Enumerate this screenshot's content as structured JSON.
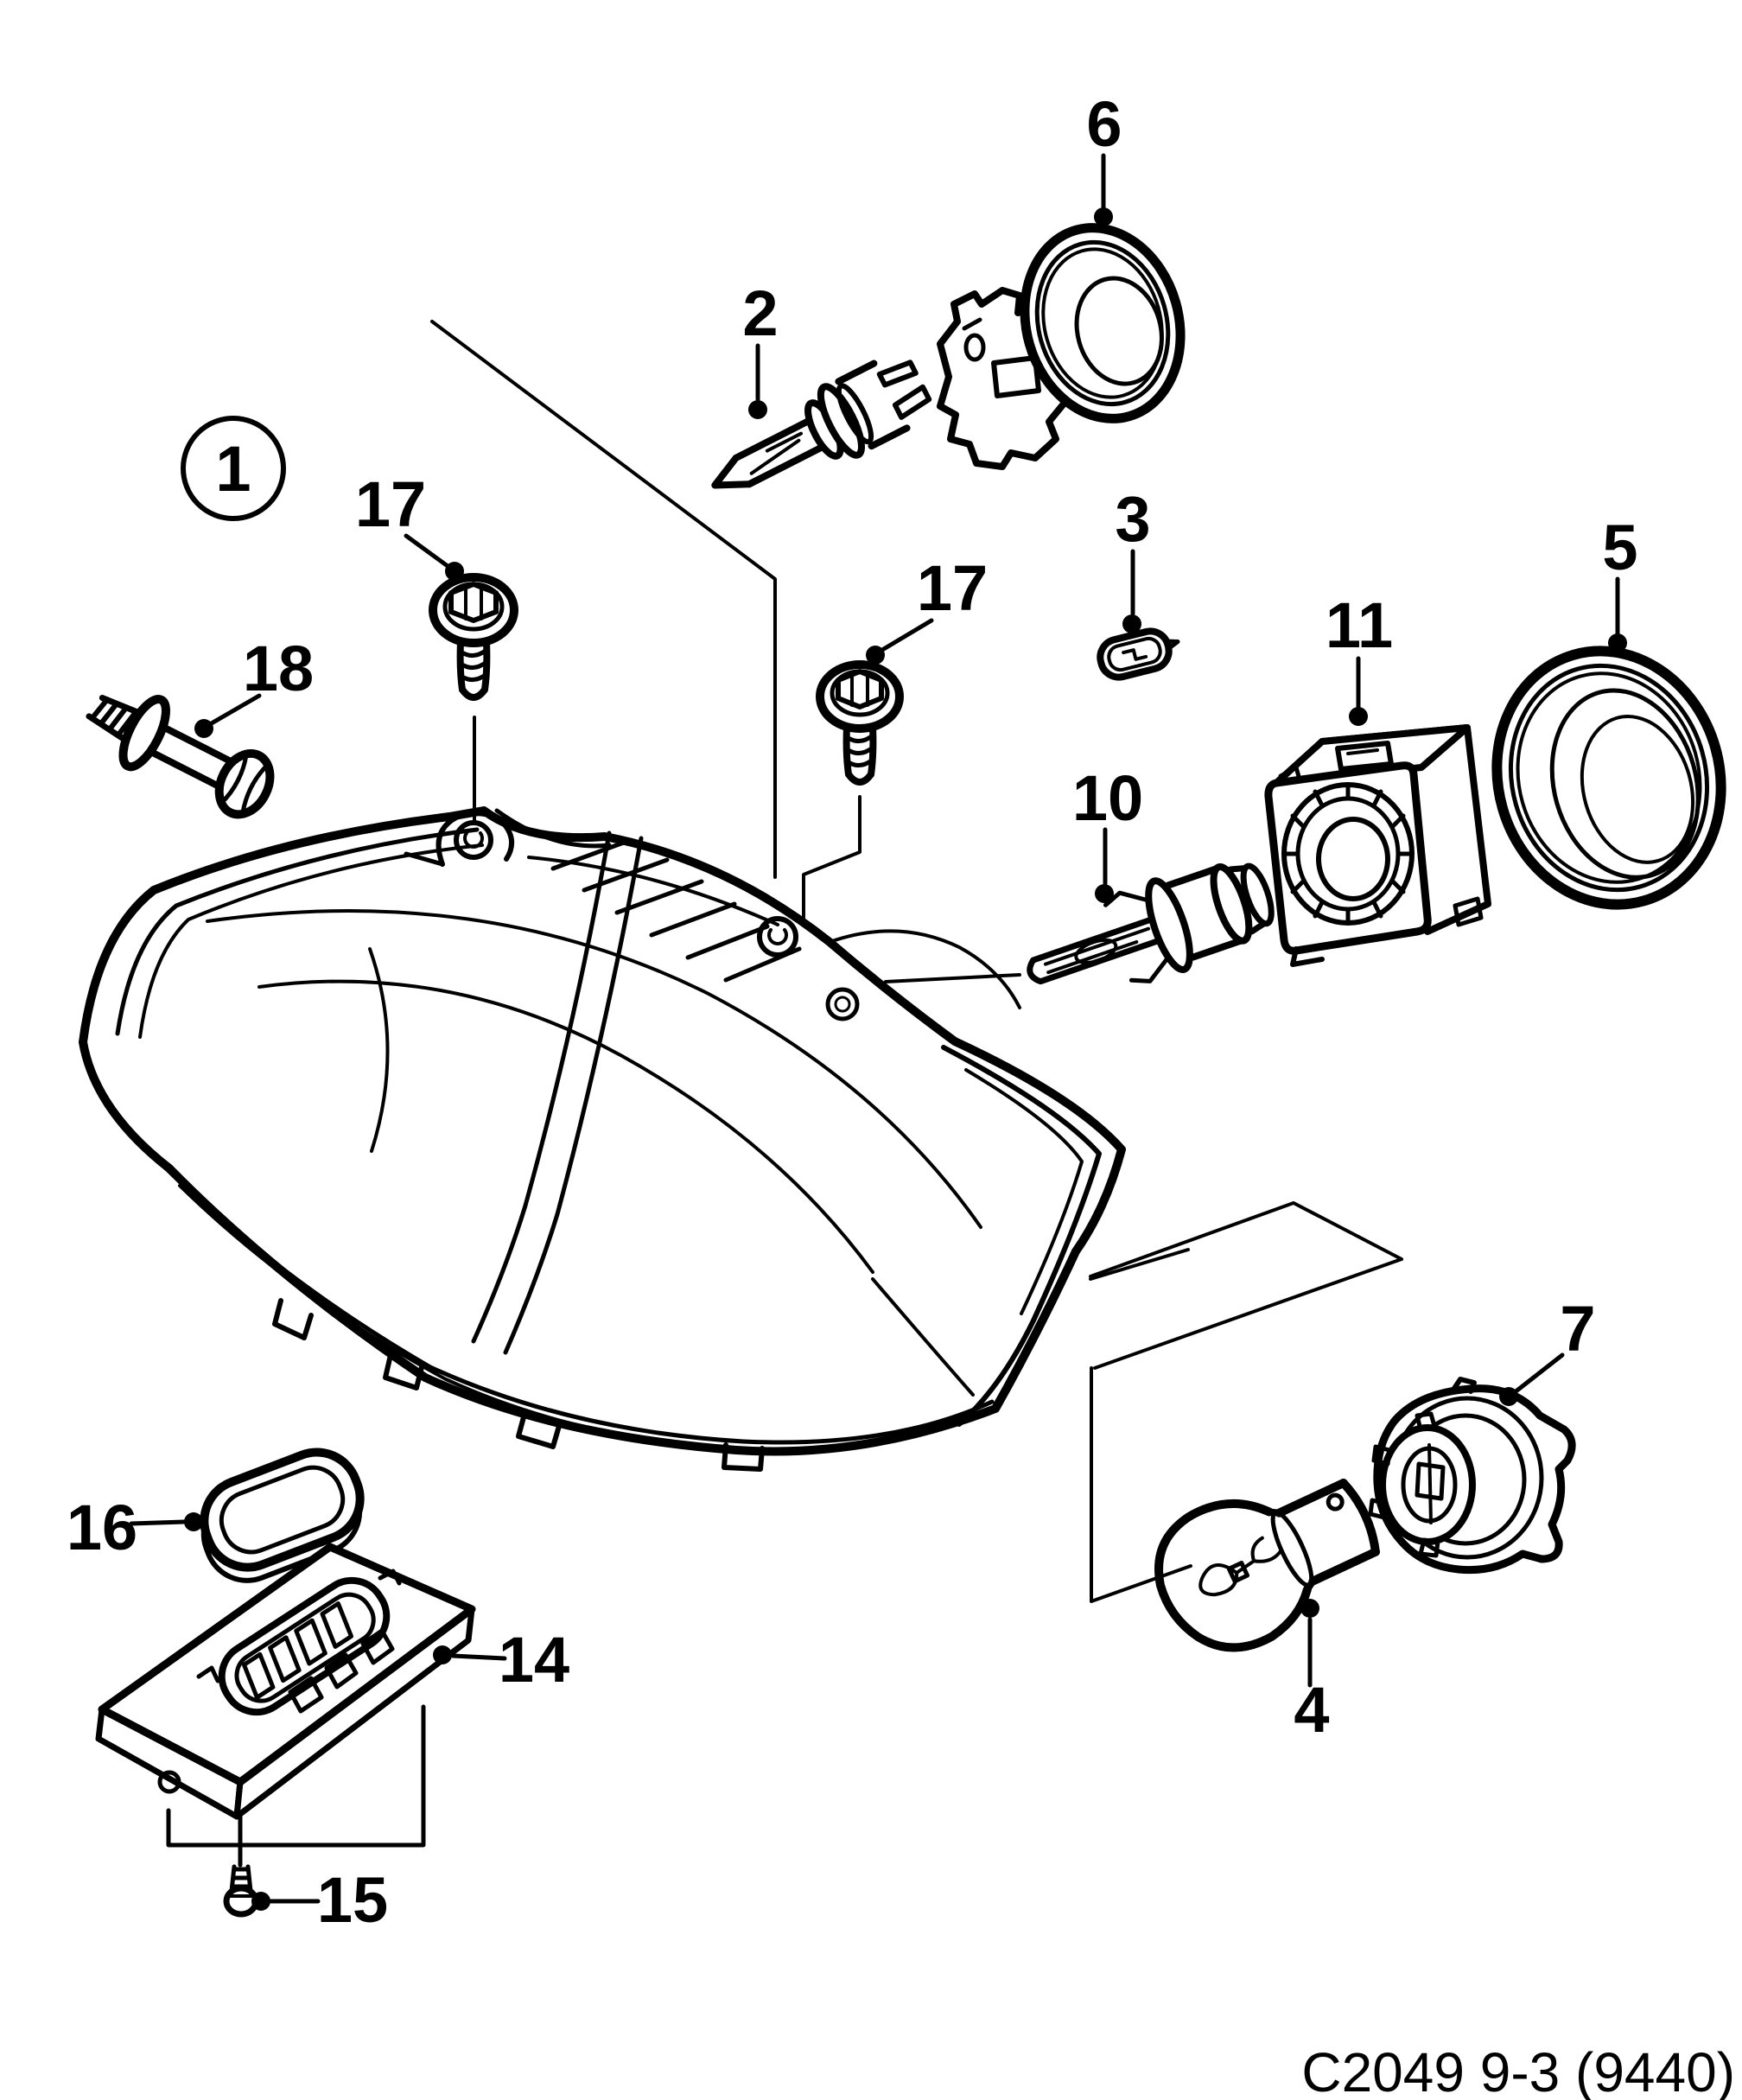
{
  "caption": "C2049 9-3 (9440)",
  "colors": {
    "line": "#000000",
    "background": "#ffffff"
  },
  "callouts": [
    {
      "label": "1",
      "part": "headlamp-assembly",
      "circled": true
    },
    {
      "label": "2",
      "part": "halogen-bulb"
    },
    {
      "label": "3",
      "part": "retaining-clip"
    },
    {
      "label": "4",
      "part": "signal-bulb"
    },
    {
      "label": "5",
      "part": "round-cover-large"
    },
    {
      "label": "6",
      "part": "round-cover-small"
    },
    {
      "label": "7",
      "part": "bulb-socket"
    },
    {
      "label": "10",
      "part": "xenon-bulb"
    },
    {
      "label": "11",
      "part": "ignition-unit"
    },
    {
      "label": "14",
      "part": "ballast-unit"
    },
    {
      "label": "15",
      "part": "ballast-screw"
    },
    {
      "label": "16",
      "part": "gasket"
    },
    {
      "label": "17",
      "part": "mounting-screw-front"
    },
    {
      "label": "17",
      "part": "mounting-screw-rear"
    },
    {
      "label": "18",
      "part": "mounting-bolt"
    }
  ]
}
